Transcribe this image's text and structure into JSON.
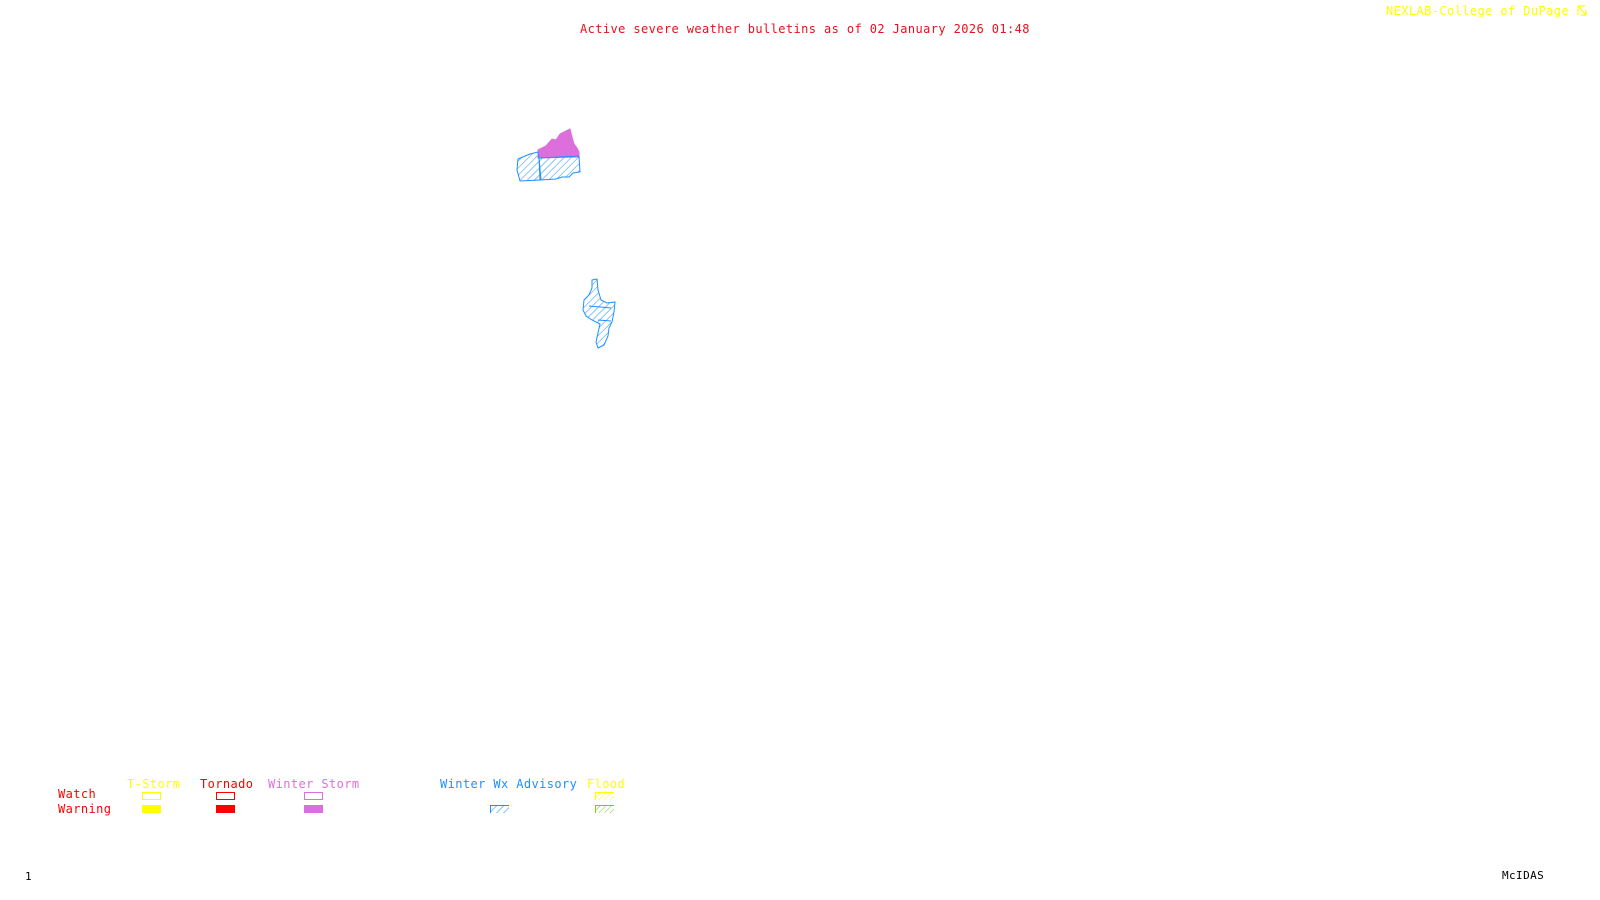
{
  "header": {
    "title": "Active severe weather bulletins as of 02 January 2026 01:48",
    "credit": "NEXLAB-College of DuPage",
    "credit_icon": "arrow-logo-icon"
  },
  "footer": {
    "frame_number": "1",
    "software_label": "McIDAS"
  },
  "colors": {
    "title": "#e8101c",
    "credit": "#ffff00",
    "tstorm": "#ffff00",
    "tornado": "#ff0000",
    "winter_storm": "#dd6fdd",
    "winter_wx_advisory": "#1e90ff",
    "flood_watch": "#ffff00",
    "flood_warning": "#7ccd22",
    "row_labels": "#ff0000"
  },
  "legend": {
    "row_labels": {
      "watch": "Watch",
      "warning": "Warning"
    },
    "categories": [
      {
        "id": "tstorm",
        "label": "T-Storm",
        "watch": "outline",
        "warning": "filled"
      },
      {
        "id": "tornado",
        "label": "Tornado",
        "watch": "outline",
        "warning": "filled"
      },
      {
        "id": "winter_storm",
        "label": "Winter Storm",
        "watch": "outline",
        "warning": "filled"
      },
      {
        "id": "winter_wx_advisory",
        "label": "Winter Wx Advisory",
        "watch": "none",
        "warning": "hatched"
      },
      {
        "id": "flood",
        "label": "Flood",
        "watch": "hatched",
        "warning": "hatched"
      }
    ]
  },
  "map": {
    "active_areas": [
      {
        "name": "northern-area",
        "bulletins": [
          "Winter Storm Warning",
          "Winter Wx Advisory"
        ]
      },
      {
        "name": "central-area",
        "bulletins": [
          "Winter Wx Advisory"
        ]
      }
    ]
  }
}
